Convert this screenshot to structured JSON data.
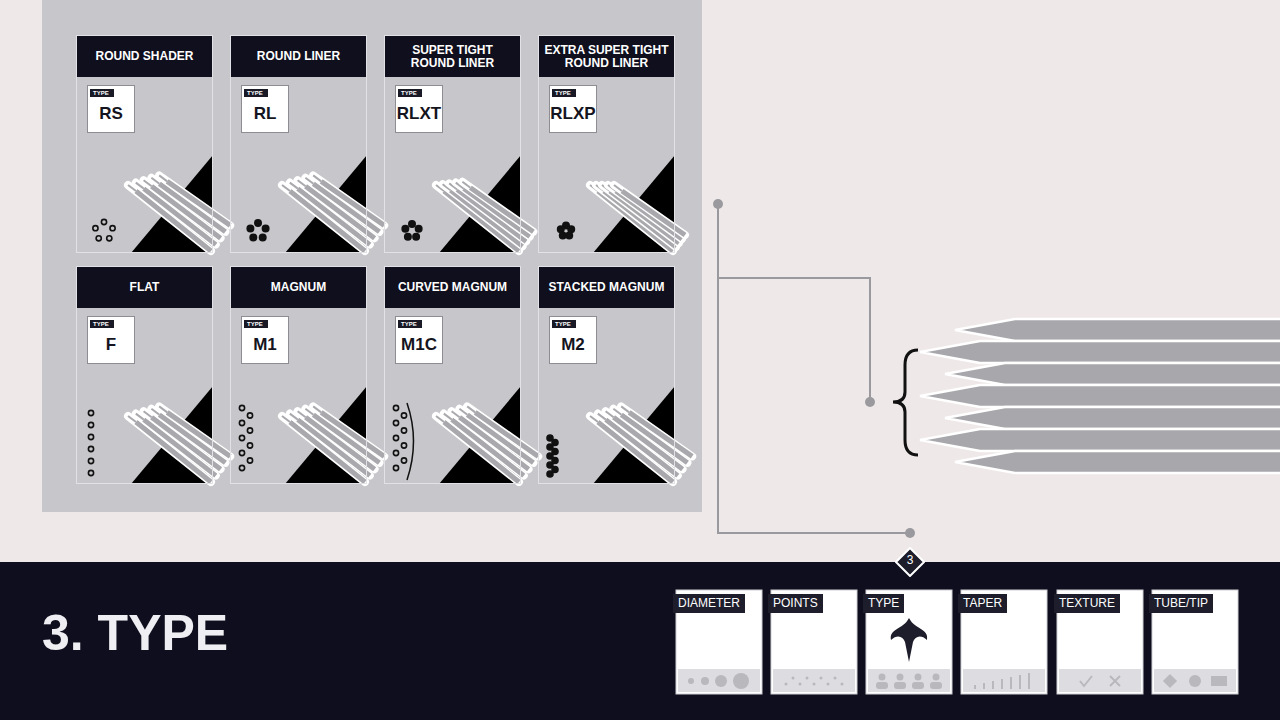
{
  "diagram": {
    "title": "3. TYPE",
    "nodes": [
      {
        "text": [
          "ROUND SHADER"
        ]
      },
      {
        "text": [
          "TYPE",
          "RS"
        ],
        "in": 0
      },
      {
        "text": [
          "ROUND LINER"
        ]
      },
      {
        "text": [
          "TYPE",
          "RL"
        ],
        "in": 2
      },
      {
        "text": [
          "SUPER TIGHT ROUND LINER"
        ]
      },
      {
        "text": [
          "TYPE",
          "RLXT"
        ],
        "in": 4
      },
      {
        "text": [
          "EXTRA SUPER TIGHT ROUND LINER"
        ]
      },
      {
        "text": [
          "TYPE",
          "RLXP"
        ],
        "in": 6
      },
      {
        "text": [
          "FLAT"
        ]
      },
      {
        "text": [
          "TYPE",
          "F"
        ],
        "in": 8
      },
      {
        "text": [
          "MAGNUM"
        ]
      },
      {
        "text": [
          "TYPE",
          "M1"
        ],
        "in": 10
      },
      {
        "text": [
          "CURVED MAGNUM"
        ]
      },
      {
        "text": [
          "TYPE",
          "M1C"
        ],
        "in": 12
      },
      {
        "text": [
          "STACKED MAGNUM"
        ]
      },
      {
        "text": [
          "TYPE",
          "M2"
        ],
        "in": 14
      },
      {
        "text": [
          "3"
        ]
      },
      {
        "text": [
          "DIAMETER"
        ]
      },
      {
        "text": [
          "POINTS"
        ]
      },
      {
        "text": [
          "TYPE"
        ]
      },
      {
        "text": [
          "TAPER"
        ]
      },
      {
        "text": [
          "TEXTURE"
        ]
      },
      {
        "text": [
          "TUBE/TIP"
        ]
      }
    ]
  }
}
